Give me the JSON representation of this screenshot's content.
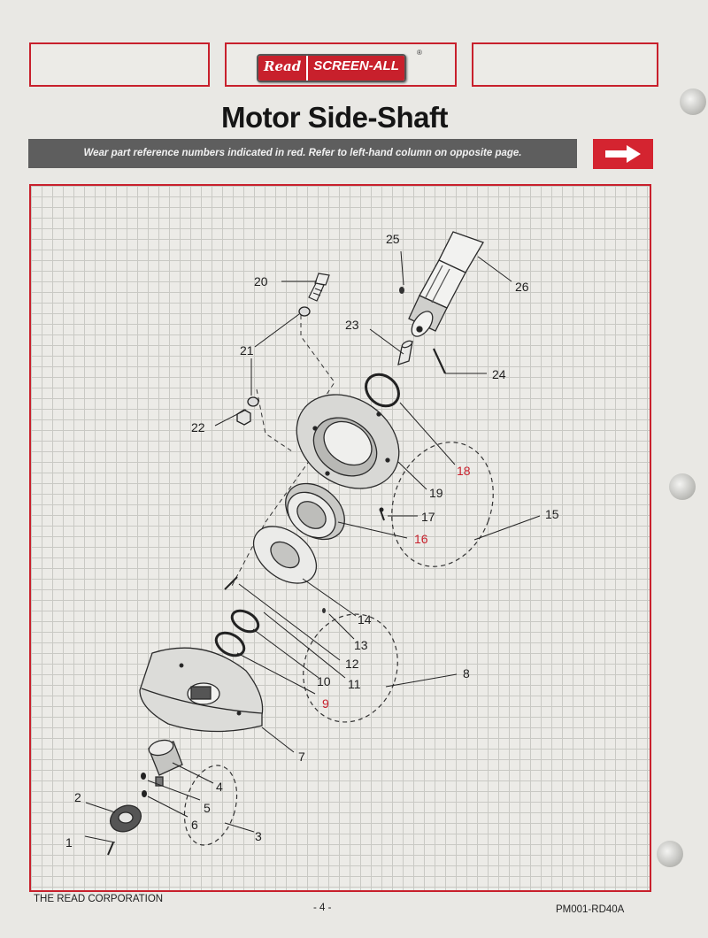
{
  "logo": {
    "brand": "Read",
    "product": "SCREEN-ALL",
    "mark": "®"
  },
  "page_title": "Motor Side-Shaft",
  "banner_text": "Wear part reference numbers indicated in red. Refer to left-hand column on opposite page.",
  "colors": {
    "accent_red": "#c8202c",
    "banner_gray": "#5e5e5e",
    "wear_part_red": "#c8202c"
  },
  "callouts": [
    {
      "id": "c1",
      "text": "1",
      "wear": false
    },
    {
      "id": "c2",
      "text": "2",
      "wear": false
    },
    {
      "id": "c3",
      "text": "3",
      "wear": false
    },
    {
      "id": "c4",
      "text": "4",
      "wear": false
    },
    {
      "id": "c5",
      "text": "5",
      "wear": false
    },
    {
      "id": "c6",
      "text": "6",
      "wear": false
    },
    {
      "id": "c7",
      "text": "7",
      "wear": false
    },
    {
      "id": "c8",
      "text": "8",
      "wear": false
    },
    {
      "id": "c9",
      "text": "9",
      "wear": true
    },
    {
      "id": "c10",
      "text": "10",
      "wear": false
    },
    {
      "id": "c11",
      "text": "11",
      "wear": false
    },
    {
      "id": "c12",
      "text": "12",
      "wear": false
    },
    {
      "id": "c13",
      "text": "13",
      "wear": false
    },
    {
      "id": "c14",
      "text": "14",
      "wear": false
    },
    {
      "id": "c15",
      "text": "15",
      "wear": false
    },
    {
      "id": "c16",
      "text": "16",
      "wear": true
    },
    {
      "id": "c17",
      "text": "17",
      "wear": false
    },
    {
      "id": "c18",
      "text": "18",
      "wear": true
    },
    {
      "id": "c19",
      "text": "19",
      "wear": false
    },
    {
      "id": "c20",
      "text": "20",
      "wear": false
    },
    {
      "id": "c21",
      "text": "21",
      "wear": false
    },
    {
      "id": "c22",
      "text": "22",
      "wear": false
    },
    {
      "id": "c23",
      "text": "23",
      "wear": false
    },
    {
      "id": "c24",
      "text": "24",
      "wear": false
    },
    {
      "id": "c25",
      "text": "25",
      "wear": false
    },
    {
      "id": "c26",
      "text": "26",
      "wear": false
    }
  ],
  "footer": {
    "company": "THE READ CORPORATION",
    "page_number": "- 4 -",
    "doc_code": "PM001-RD40A"
  }
}
